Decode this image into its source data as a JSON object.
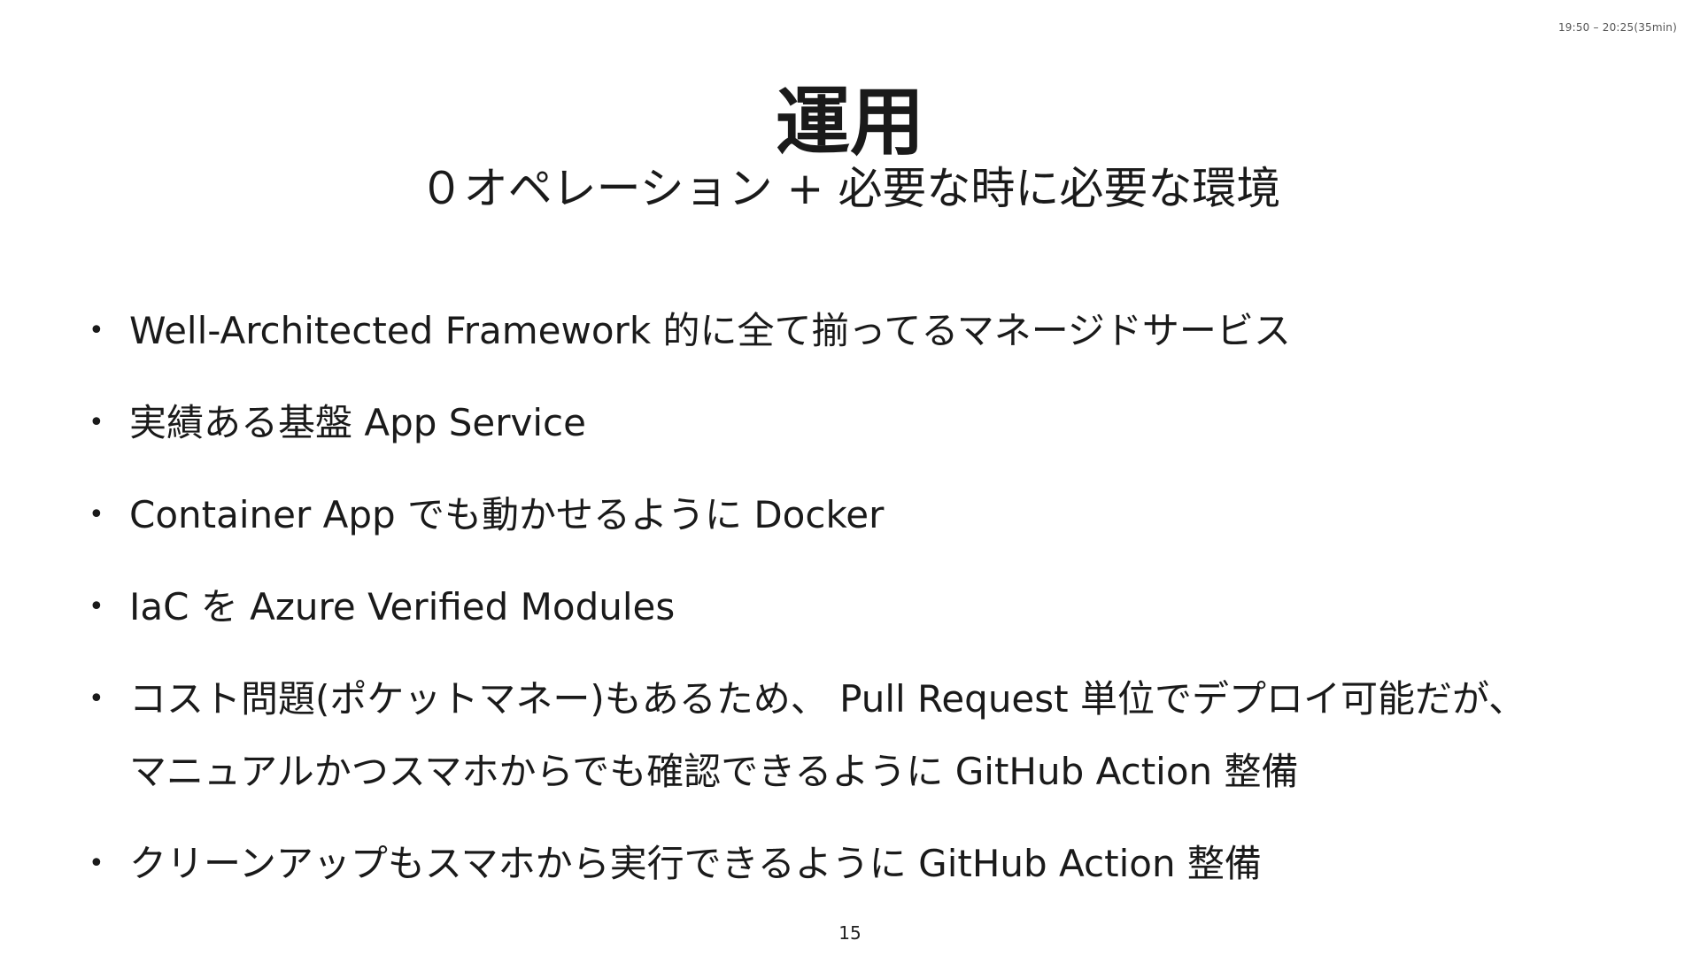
{
  "header": {
    "time_range": "19:50 – 20:25(35min)"
  },
  "slide": {
    "title": "運用",
    "subtitle": "０オペレーション + 必要な時に必要な環境",
    "bullets": [
      {
        "text": "Well-Architected Framework 的に全て揃ってるマネージドサービス"
      },
      {
        "text": "実績ある基盤 App Service"
      },
      {
        "text": "Container App でも動かせるように Docker"
      },
      {
        "text": "IaC を Azure Verified Modules"
      },
      {
        "line1": "コスト問題(ポケットマネー)もあるため、 Pull Request 単位でデプロイ可能だが、",
        "line2": "マニュアルかつスマホからでも確認できるように GitHub Action 整備"
      },
      {
        "text": "クリーンアップもスマホから実行できるように GitHub Action 整備"
      }
    ],
    "bullet_glyph": "•",
    "page_number": "15"
  }
}
